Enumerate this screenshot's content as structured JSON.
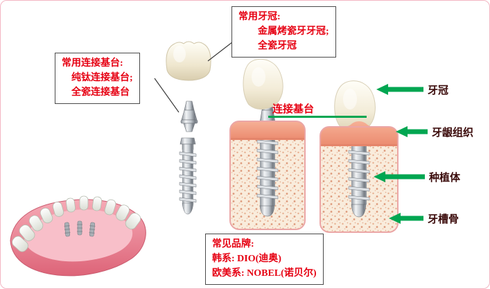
{
  "colors": {
    "label_red": "#e60012",
    "arrow_green": "#00a651",
    "right_label": "#3b0b0b",
    "box_border": "#4a4a4a",
    "canvas_border": "#f3b6c3",
    "connector_dark": "#3a3a3a"
  },
  "boxes": {
    "crown": {
      "title": "常用牙冠:",
      "lines": [
        "金属烤瓷牙牙冠;",
        "全瓷牙冠"
      ]
    },
    "abutment": {
      "title": "常用连接基台:",
      "lines": [
        "纯钛连接基台;",
        "全瓷连接基台"
      ]
    },
    "brand": {
      "title": "常见品牌:",
      "lines": [
        "韩系: DIO(迪奥)",
        "欧美系: NOBEL(诺贝尔)"
      ]
    }
  },
  "inline_labels": {
    "abutment": "连接基台"
  },
  "arrow_labels": [
    {
      "id": "crown",
      "text": "牙冠"
    },
    {
      "id": "gum-tissue",
      "text": "牙龈组织"
    },
    {
      "id": "implant-body",
      "text": "种植体"
    },
    {
      "id": "alveolar-bone",
      "text": "牙槽骨"
    }
  ],
  "illustrations": {
    "jaw": "lower-jaw-with-teeth-and-implants",
    "standalone_crown": "dental-crown",
    "standalone_abutment": "connection-abutment",
    "standalone_implant": "implant-screw",
    "middle_assembly": "implant-crown-in-bone-cross-section",
    "right_assembly": "implant-crown-in-bone-cross-section"
  }
}
